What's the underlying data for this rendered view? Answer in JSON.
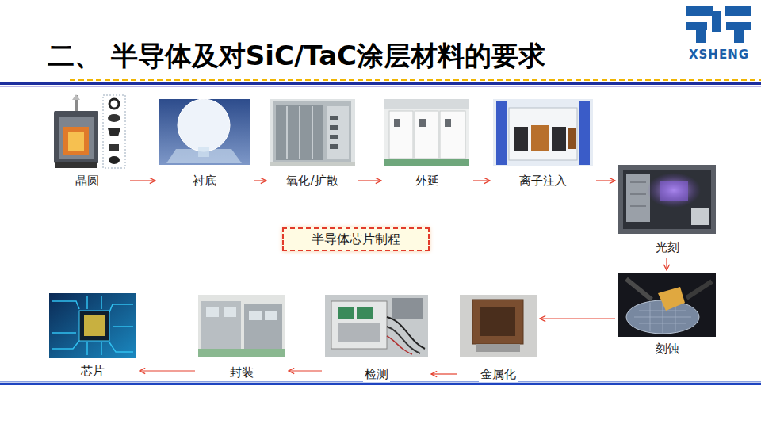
{
  "diagram": {
    "title": "二、 半导体及对SiC/TaC涂层材料的要求",
    "nodes": [
      {
        "text": [
          "晶圆"
        ]
      },
      {
        "text": [
          "衬底"
        ]
      },
      {
        "text": [
          "氧化/扩散"
        ]
      },
      {
        "text": [
          "外延"
        ]
      },
      {
        "text": [
          "离子注入"
        ]
      },
      {
        "text": [
          "光刻"
        ]
      },
      {
        "text": [
          "刻蚀"
        ]
      },
      {
        "text": [
          "金属化"
        ]
      },
      {
        "text": [
          "检测"
        ]
      },
      {
        "text": [
          "封装"
        ]
      },
      {
        "text": [
          "芯片"
        ]
      },
      {
        "text": [
          "半导体芯片制程"
        ]
      }
    ],
    "edges": [
      {
        "from": 0,
        "to": 1,
        "arrow": "to"
      },
      {
        "from": 1,
        "to": 2,
        "arrow": "to"
      },
      {
        "from": 2,
        "to": 3,
        "arrow": "to"
      },
      {
        "from": 3,
        "to": 4,
        "arrow": "to"
      },
      {
        "from": 4,
        "to": 5,
        "arrow": "to"
      },
      {
        "from": 5,
        "to": 6,
        "arrow": "to"
      },
      {
        "from": 6,
        "to": 7,
        "arrow": "to"
      },
      {
        "from": 7,
        "to": 8,
        "arrow": "to"
      },
      {
        "from": 8,
        "to": 9,
        "arrow": "to"
      },
      {
        "from": 9,
        "to": 10,
        "arrow": "to"
      }
    ],
    "labels": [
      "XSHENG"
    ]
  }
}
